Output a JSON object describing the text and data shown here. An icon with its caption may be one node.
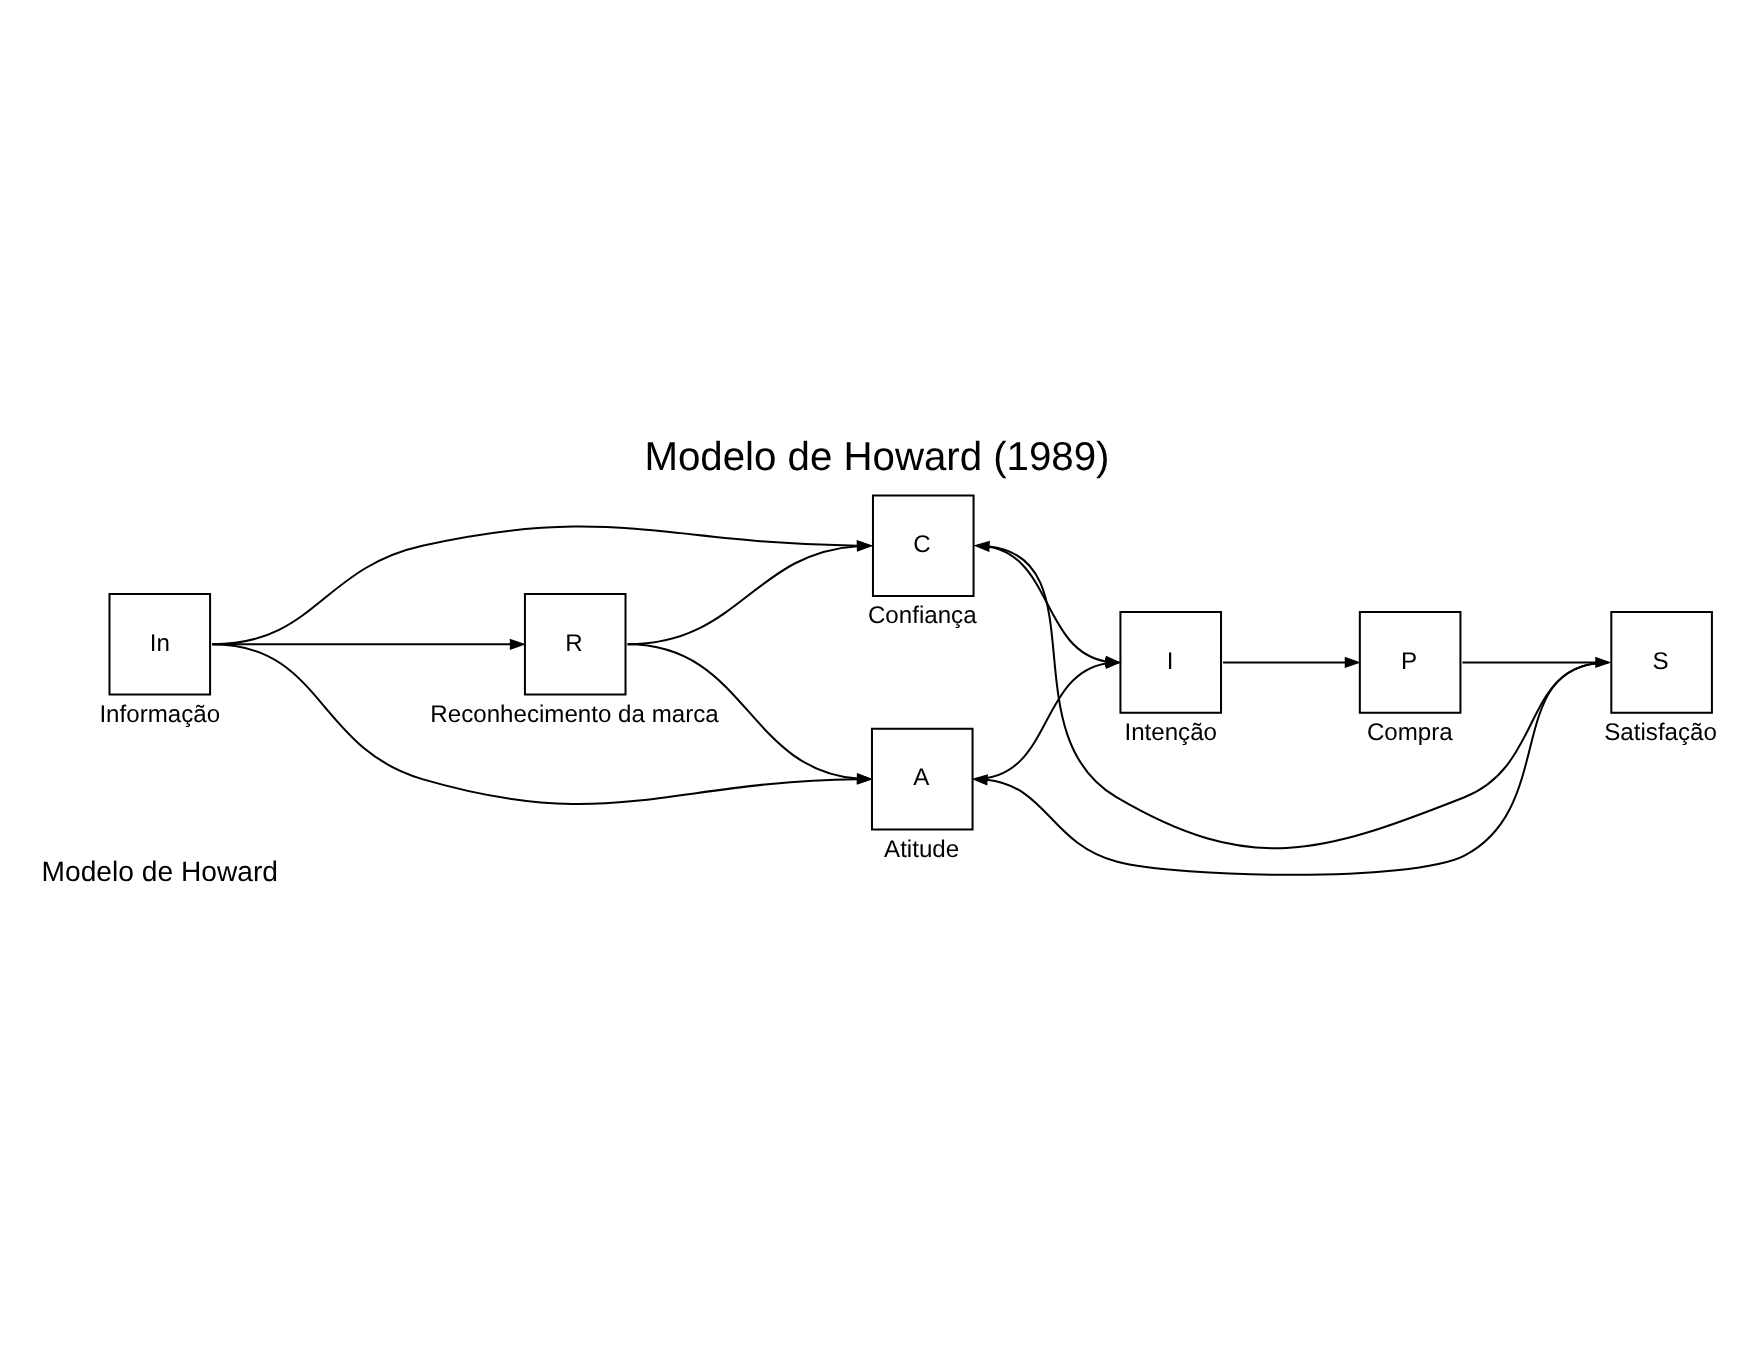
{
  "diagram": {
    "title": "Modelo de Howard (1989)",
    "nodes": [
      {
        "text": [
          "C"
        ],
        "beside": [
          "Confiança"
        ]
      },
      {
        "text": [
          "In"
        ],
        "beside": [
          "Informação"
        ]
      },
      {
        "text": [
          "R"
        ],
        "beside": [
          "Reconhecimento da marca"
        ]
      },
      {
        "text": [
          "I"
        ],
        "beside": [
          "Intenção"
        ]
      },
      {
        "text": [
          "P"
        ],
        "beside": [
          "Compra"
        ]
      },
      {
        "text": [
          "S"
        ],
        "beside": [
          "Satisfação"
        ]
      },
      {
        "text": [
          "A"
        ],
        "beside": [
          "Atitude"
        ]
      }
    ],
    "edges": [
      {
        "from": 1,
        "to": 0,
        "arrow": "to"
      },
      {
        "from": 1,
        "to": 2,
        "arrow": "to"
      },
      {
        "from": 1,
        "to": 6,
        "arrow": "to"
      },
      {
        "from": 2,
        "to": 0,
        "arrow": "to"
      },
      {
        "from": 2,
        "to": 6,
        "arrow": "to"
      },
      {
        "from": 0,
        "to": 3,
        "arrow": "to"
      },
      {
        "from": 6,
        "to": 3,
        "arrow": "to"
      },
      {
        "from": 3,
        "to": 4,
        "arrow": "to"
      },
      {
        "from": 4,
        "to": 5,
        "arrow": "to"
      },
      {
        "from": 5,
        "to": 0,
        "arrow": "to"
      },
      {
        "from": 5,
        "to": 6,
        "arrow": "to"
      }
    ],
    "labels": [
      "Modelo de Howard"
    ]
  }
}
